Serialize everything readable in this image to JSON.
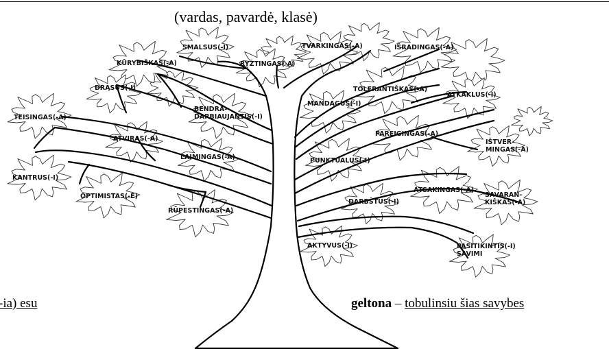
{
  "header": {
    "caption": "(vardas, pavardė, klasė)"
  },
  "legend": {
    "left_text": "-ia) esu",
    "right_color": "geltona",
    "right_dash": "–",
    "right_text": "tobulinsiu šias savybes"
  },
  "traits": [
    {
      "id": "smalsus",
      "lines": [
        "SMALSUS(-I)"
      ]
    },
    {
      "id": "tvarkingas",
      "lines": [
        "TVARKINGAS(-A)"
      ]
    },
    {
      "id": "isradingas",
      "lines": [
        "IŠRADINGAS(-A)"
      ]
    },
    {
      "id": "kurybiskas",
      "lines": [
        "KŪRYBIŠKAS(-A)"
      ]
    },
    {
      "id": "ryztingas",
      "lines": [
        "RYŽTINGAS(-A)"
      ]
    },
    {
      "id": "drasus",
      "lines": [
        "DRĄSUS(-I)"
      ]
    },
    {
      "id": "tolerantiskas",
      "lines": [
        "TOLERANTIŠKAS(-A)"
      ]
    },
    {
      "id": "atkaklus",
      "lines": [
        "ATKAKLUS(-I)"
      ]
    },
    {
      "id": "mandagus",
      "lines": [
        "MANDAGUS(-I)"
      ]
    },
    {
      "id": "bendradarbiaujantis",
      "lines": [
        "BENDRA-",
        "DARBIAUJANTIS(-I)"
      ]
    },
    {
      "id": "teisingas",
      "lines": [
        "TEISINGAS(-A)"
      ]
    },
    {
      "id": "atviras",
      "lines": [
        "ATVIRAS(-A)"
      ]
    },
    {
      "id": "pareigingas",
      "lines": [
        "PAREIGINGAS(-A)"
      ]
    },
    {
      "id": "istvermingas",
      "lines": [
        "IŠTVER-",
        "MINGAS(-A)"
      ]
    },
    {
      "id": "laimingas",
      "lines": [
        "LAIMINGAS(-A)"
      ]
    },
    {
      "id": "punktualus",
      "lines": [
        "PUNKTUALUS(-I)"
      ]
    },
    {
      "id": "kantrus",
      "lines": [
        "KANTRUS(-I)"
      ]
    },
    {
      "id": "atsakingas",
      "lines": [
        "ATSAKINGAS(-A)"
      ]
    },
    {
      "id": "savarankiskas",
      "lines": [
        "SAVARAN-",
        "KIŠKAS(-A)"
      ]
    },
    {
      "id": "optimistas",
      "lines": [
        "OPTIMISTAS(-Ė)"
      ]
    },
    {
      "id": "darbstus",
      "lines": [
        "DARBŠTUS(-I)"
      ]
    },
    {
      "id": "rupestingas",
      "lines": [
        "RŪPESTINGAS(-A)"
      ]
    },
    {
      "id": "aktyvus",
      "lines": [
        "AKTYVUS(-I)"
      ]
    },
    {
      "id": "pasitikintis",
      "lines": [
        "PASITIKINTIS(-I)",
        "SAVIMI"
      ]
    }
  ]
}
